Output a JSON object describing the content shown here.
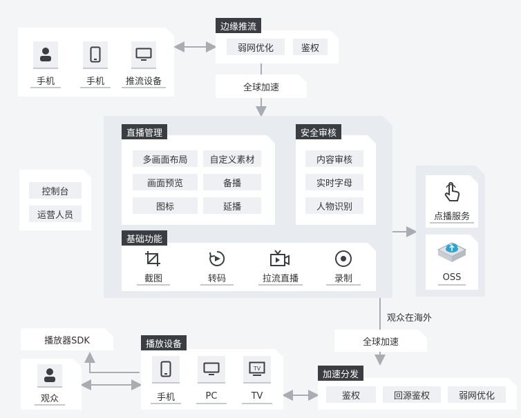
{
  "edge_push": {
    "tag": "边缘推流",
    "items": [
      "弱网优化",
      "鉴权"
    ]
  },
  "source_devices": [
    {
      "label": "手机",
      "icon": "person-icon"
    },
    {
      "label": "手机",
      "icon": "phone-icon"
    },
    {
      "label": "推流设备",
      "icon": "monitor-icon"
    }
  ],
  "global_accel_top": "全球加速",
  "console": [
    "控制台",
    "运营人员"
  ],
  "live_mgmt": {
    "tag": "直播管理",
    "items": [
      "多画面布局",
      "自定义素材",
      "画面预览",
      "备播",
      "图标",
      "延播"
    ]
  },
  "security": {
    "tag": "安全审核",
    "items": [
      "内容审核",
      "实时字母",
      "人物识别"
    ]
  },
  "basic": {
    "tag": "基础功能",
    "items": [
      {
        "label": "截图",
        "icon": "crop-icon"
      },
      {
        "label": "转码",
        "icon": "transcode-icon"
      },
      {
        "label": "拉流直播",
        "icon": "tv-play-icon"
      },
      {
        "label": "录制",
        "icon": "record-icon"
      }
    ]
  },
  "vod": {
    "label": "点播服务",
    "icon": "hand-pointer-icon"
  },
  "oss": {
    "label": "OSS",
    "icon": "oss-cloud-icon"
  },
  "overseas": "观众在海外",
  "global_accel_bottom": "全球加速",
  "player_sdk": "播放器SDK",
  "viewer": {
    "label": "观众",
    "icon": "person-icon"
  },
  "play_devices": {
    "tag": "播放设备",
    "items": [
      {
        "label": "手机",
        "icon": "phone-icon"
      },
      {
        "label": "PC",
        "icon": "monitor-icon"
      },
      {
        "label": "TV",
        "icon": "tv-icon"
      }
    ]
  },
  "accel_dist": {
    "tag": "加速分发",
    "items": [
      "鉴权",
      "回源鉴权",
      "弱网优化"
    ]
  },
  "colors": {
    "tag_bg": "#3a3d42",
    "pill_bg": "#eef0f3",
    "arrow": "#a9adb3",
    "accent_cloud": "#2aa6d5"
  }
}
